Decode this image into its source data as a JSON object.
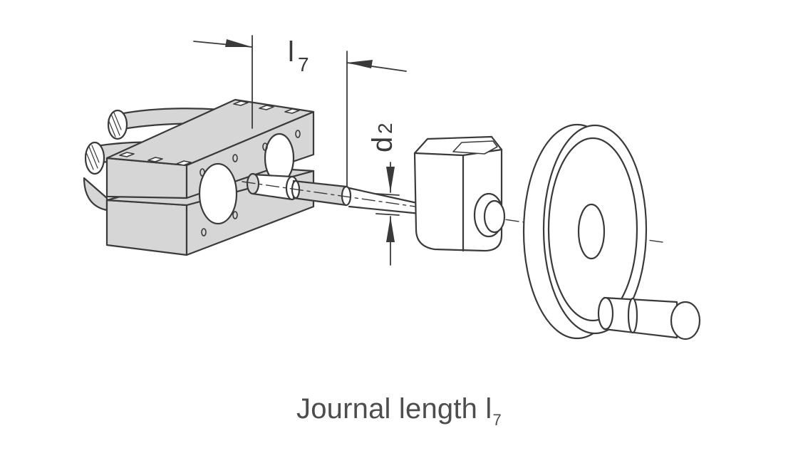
{
  "diagram": {
    "labels": {
      "l_main": "l",
      "l_sub": "7",
      "d_main": "d",
      "d_sub": "2"
    },
    "colors": {
      "line": "#3a3a3a",
      "fill": "#d6d6d6",
      "white": "#ffffff"
    }
  },
  "caption": {
    "text": "Journal length l",
    "sub": "7"
  }
}
